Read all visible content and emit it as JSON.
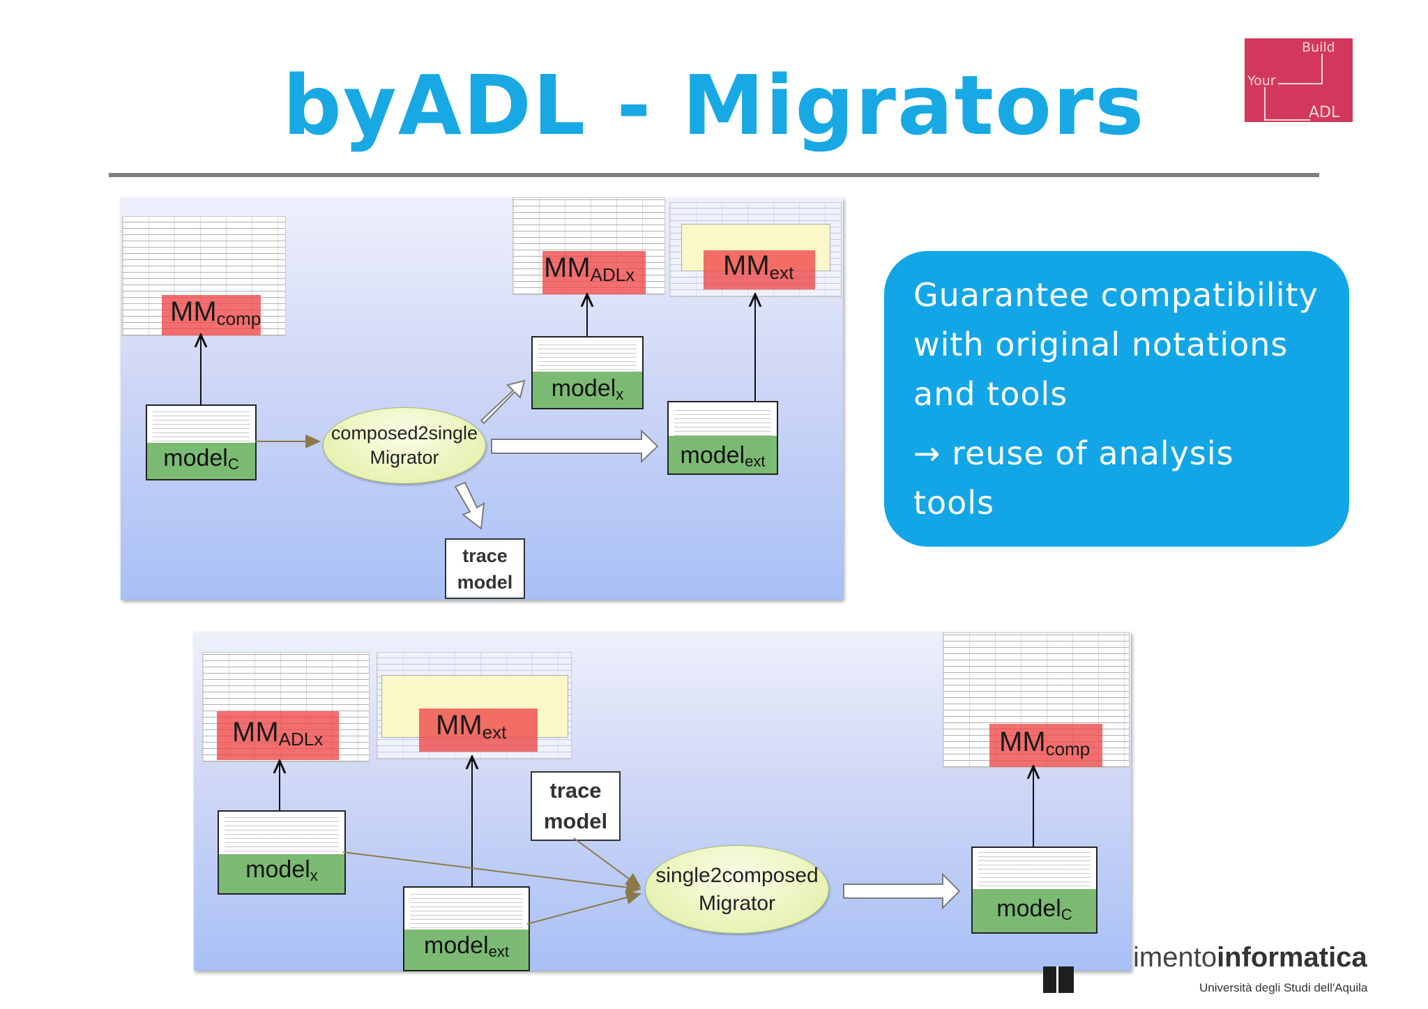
{
  "slide": {
    "title": "byADL - Migrators"
  },
  "logo": {
    "line1": "Build",
    "line2": "Your",
    "line3": "ADL",
    "color": "#d2385c"
  },
  "callout": {
    "line1": "Guarantee compatibility",
    "line2": "with original notations",
    "line3": "and tools",
    "arrow": "→",
    "line4": "reuse of analysis",
    "line5": "tools",
    "color": "#12a6e6"
  },
  "top_diagram": {
    "mm_comp": {
      "main": "MM",
      "sub": "comp"
    },
    "mm_adlx": {
      "main": "MM",
      "sub": "ADLx"
    },
    "mm_ext": {
      "main": "MM",
      "sub": "ext"
    },
    "model_c": {
      "main": "model",
      "sub": "C"
    },
    "model_x": {
      "main": "model",
      "sub": "x"
    },
    "model_ext": {
      "main": "model",
      "sub": "ext"
    },
    "migrator": {
      "line1": "composed2single",
      "line2": "Migrator"
    },
    "trace": {
      "line1": "trace",
      "line2": "model"
    }
  },
  "bottom_diagram": {
    "mm_adlx": {
      "main": "MM",
      "sub": "ADLx"
    },
    "mm_ext": {
      "main": "MM",
      "sub": "ext"
    },
    "mm_comp": {
      "main": "MM",
      "sub": "comp"
    },
    "model_x": {
      "main": "model",
      "sub": "x"
    },
    "model_ext": {
      "main": "model",
      "sub": "ext"
    },
    "model_c": {
      "main": "model",
      "sub": "C"
    },
    "migrator": {
      "line1": "single2composed",
      "line2": "Migrator"
    },
    "trace": {
      "line1": "trace",
      "line2": "model"
    }
  },
  "footer": {
    "brand_light": "imento",
    "brand_bold": "informatica",
    "university": "Università degli Studi dell'Aquila"
  }
}
